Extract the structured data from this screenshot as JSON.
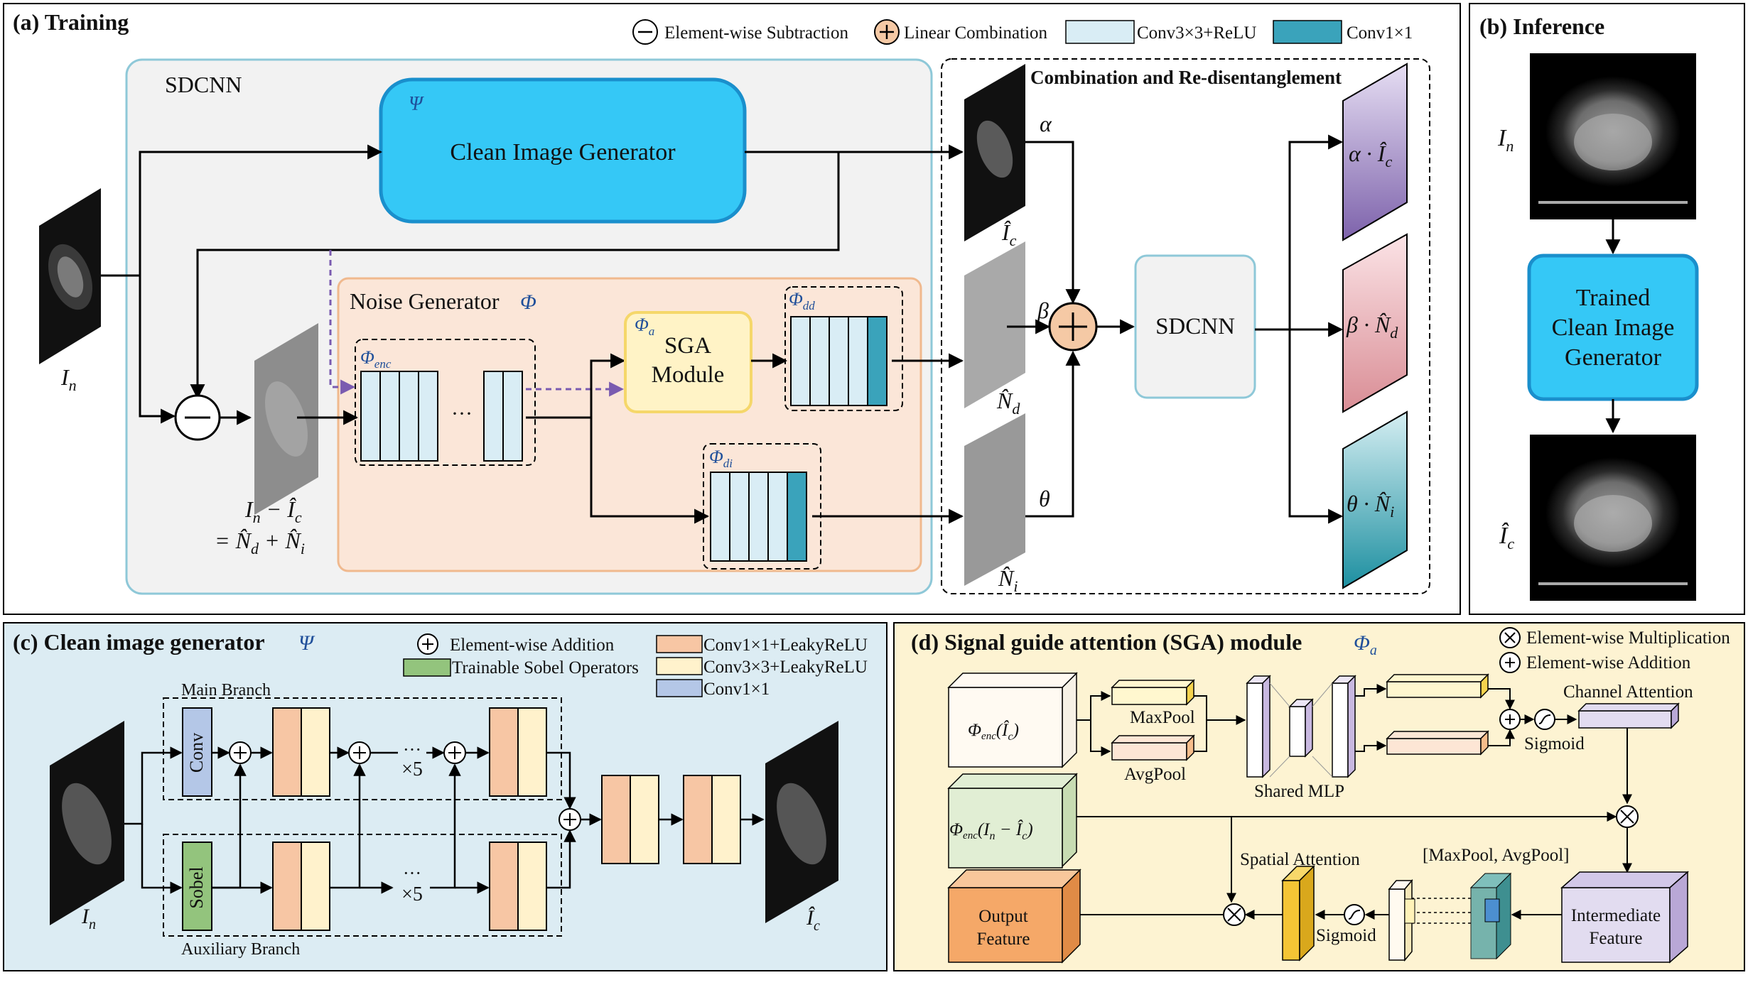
{
  "legend_top": {
    "subtraction": "Element-wise Subtraction",
    "linear_combination": "Linear Combination",
    "conv3_relu": "Conv3×3+ReLU",
    "conv1": "Conv1×1"
  },
  "panel_a": {
    "title": "(a) Training",
    "sdcnn_label": "SDCNN",
    "psi_symbol": "Ψ",
    "clean_gen_label": "Clean Image Generator",
    "noise_gen_label": "Noise Generator",
    "phi_symbol": "Φ",
    "phi_enc": "Φ",
    "phi_enc_sub": "enc",
    "phi_a": "Φ",
    "phi_a_sub": "a",
    "phi_dd": "Φ",
    "phi_dd_sub": "dd",
    "phi_di": "Φ",
    "phi_di_sub": "di",
    "sga_line1": "SGA",
    "sga_line2": "Module",
    "dots": "···",
    "input_label": "I",
    "input_sub": "n",
    "residual_line1": "I",
    "residual_line1_sub": "n",
    "residual_line1_rest": " − Î",
    "residual_line1_sub2": "c",
    "residual_line2": "= N̂",
    "residual_line2_sub": "d",
    "residual_line2_rest": " + N̂",
    "residual_line2_sub2": "i",
    "combo_title": "Combination and Re-disentanglement",
    "alpha": "α",
    "beta": "β",
    "theta": "θ",
    "ic_label": "Î",
    "ic_sub": "c",
    "nd_label": "N̂",
    "nd_sub": "d",
    "ni_label": "N̂",
    "ni_sub": "i",
    "sdcnn_box": "SDCNN",
    "out_alpha": "α · Î",
    "out_alpha_sub": "c",
    "out_beta": "β · N̂",
    "out_beta_sub": "d",
    "out_theta": "θ · N̂",
    "out_theta_sub": "i"
  },
  "panel_b": {
    "title": "(b) Inference",
    "in_label": "I",
    "in_sub": "n",
    "trained_line1": "Trained",
    "trained_line2": "Clean Image",
    "trained_line3": "Generator",
    "out_label": "Î",
    "out_sub": "c"
  },
  "panel_c": {
    "title": "(c) Clean image generator",
    "psi_symbol": "Ψ",
    "legend_add": "Element-wise Addition",
    "legend_sobel": "Trainable Sobel Operators",
    "legend_conv1_leaky": "Conv1×1+LeakyReLU",
    "legend_conv3_leaky": "Conv3×3+LeakyReLU",
    "legend_conv1": "Conv1×1",
    "main_branch": "Main Branch",
    "aux_branch": "Auxiliary Branch",
    "conv": "Conv",
    "sobel": "Sobel",
    "times5": "×5",
    "dots": "···",
    "in_label": "I",
    "in_sub": "n",
    "out_label": "Î",
    "out_sub": "c"
  },
  "panel_d": {
    "title": "(d)  Signal guide attention (SGA) module",
    "phi_symbol": "Φ",
    "phi_sub": "a",
    "legend_mult": "Element-wise Multiplication",
    "legend_add": "Element-wise Addition",
    "enc_ic": "Φ",
    "enc_ic_sub": "enc",
    "enc_ic_arg": "(Î",
    "enc_ic_arg_sub": "c",
    "enc_ic_close": ")",
    "enc_res": "Φ",
    "enc_res_sub": "enc",
    "enc_res_arg": "(I",
    "enc_res_arg_sub": "n",
    "enc_res_mid": " − Î",
    "enc_res_mid_sub": "c",
    "enc_res_close": ")",
    "maxpool": "MaxPool",
    "avgpool": "AvgPool",
    "shared_mlp": "Shared MLP",
    "channel_attention": "Channel Attention",
    "sigmoid": "Sigmoid",
    "spatial_attention": "Spatial Attention",
    "max_avg_pool": "[MaxPool, AvgPool]",
    "intermediate_line1": "Intermediate",
    "intermediate_line2": "Feature",
    "output_line1": "Output",
    "output_line2": "Feature"
  }
}
